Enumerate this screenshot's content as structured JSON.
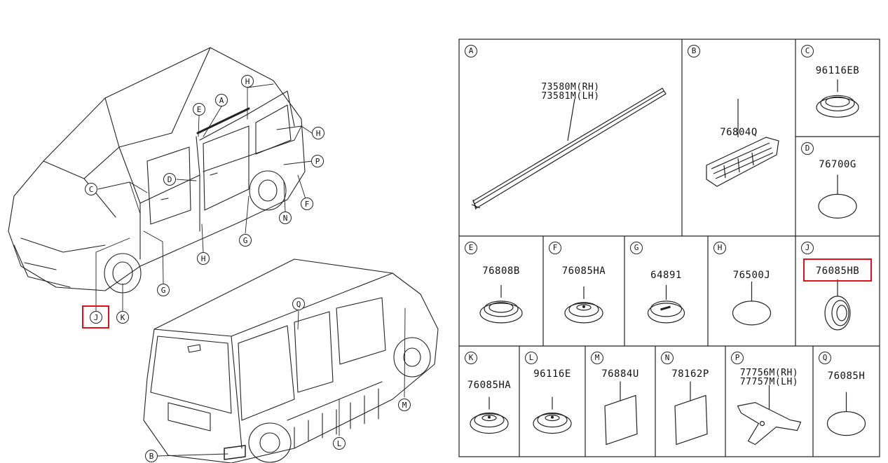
{
  "diagram": {
    "callouts": [
      "A",
      "B",
      "C",
      "D",
      "E",
      "F",
      "G",
      "H",
      "J",
      "K",
      "M",
      "N",
      "P",
      "Q"
    ],
    "highlight_color": "#e0121c"
  },
  "parts": [
    {
      "letter": "A",
      "lines": [
        "73580M(RH)",
        "73581M(LH)"
      ],
      "icon": "molding-strip-icon"
    },
    {
      "letter": "B",
      "lines": [
        "76804Q"
      ],
      "icon": "vent-grille-icon"
    },
    {
      "letter": "C",
      "lines": [
        "96116EB"
      ],
      "icon": "grommet-icon"
    },
    {
      "letter": "D",
      "lines": [
        "76700G"
      ],
      "icon": "oval-seal-icon"
    },
    {
      "letter": "E",
      "lines": [
        "76808B"
      ],
      "icon": "grommet-icon"
    },
    {
      "letter": "F",
      "lines": [
        "76085HA"
      ],
      "icon": "plug-grommet-icon"
    },
    {
      "letter": "G",
      "lines": [
        "64891"
      ],
      "icon": "slotted-plug-icon"
    },
    {
      "letter": "H",
      "lines": [
        "76500J"
      ],
      "icon": "oval-seal-icon"
    },
    {
      "letter": "J",
      "lines": [
        "76085HB"
      ],
      "icon": "ring-grommet-icon",
      "highlighted": true
    },
    {
      "letter": "K",
      "lines": [
        "76085HA"
      ],
      "icon": "plug-grommet-icon"
    },
    {
      "letter": "L",
      "lines": [
        "96116E"
      ],
      "icon": "plug-grommet-icon"
    },
    {
      "letter": "M",
      "lines": [
        "76884U"
      ],
      "icon": "pad-icon"
    },
    {
      "letter": "N",
      "lines": [
        "78162P"
      ],
      "icon": "pad-icon"
    },
    {
      "letter": "P",
      "lines": [
        "77756M(RH)",
        "77757M(LH)"
      ],
      "icon": "bracket-plate-icon"
    },
    {
      "letter": "Q",
      "lines": [
        "76085H"
      ],
      "icon": "oval-seal-icon"
    }
  ]
}
